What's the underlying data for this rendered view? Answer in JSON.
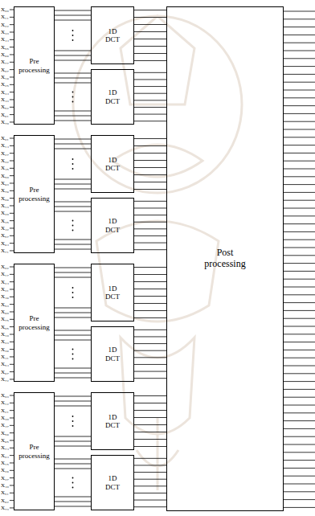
{
  "diagram": {
    "nodes": [
      {
        "text": [
          "Pre processing"
        ]
      },
      {
        "text": [
          "1D DCT"
        ]
      },
      {
        "text": [
          "1D DCT"
        ]
      },
      {
        "text": [
          "Pre processing"
        ]
      },
      {
        "text": [
          "1D DCT"
        ]
      },
      {
        "text": [
          "1D DCT"
        ]
      },
      {
        "text": [
          "Pre processing"
        ]
      },
      {
        "text": [
          "1D DCT"
        ]
      },
      {
        "text": [
          "1D DCT"
        ]
      },
      {
        "text": [
          "Pre processing"
        ]
      },
      {
        "text": [
          "1D DCT"
        ]
      },
      {
        "text": [
          "1D DCT"
        ]
      },
      {
        "text": [
          "Post processing"
        ]
      }
    ],
    "edges": [
      {
        "from": 0,
        "to": 1,
        "arrow": "none"
      },
      {
        "from": 0,
        "to": 2,
        "arrow": "none"
      },
      {
        "from": 3,
        "to": 4,
        "arrow": "none"
      },
      {
        "from": 3,
        "to": 5,
        "arrow": "none"
      },
      {
        "from": 6,
        "to": 7,
        "arrow": "none"
      },
      {
        "from": 6,
        "to": 8,
        "arrow": "none"
      },
      {
        "from": 9,
        "to": 10,
        "arrow": "none"
      },
      {
        "from": 9,
        "to": 11,
        "arrow": "none"
      },
      {
        "from": 1,
        "to": 12,
        "arrow": "none"
      },
      {
        "from": 2,
        "to": 12,
        "arrow": "none"
      },
      {
        "from": 4,
        "to": 12,
        "arrow": "none"
      },
      {
        "from": 5,
        "to": 12,
        "arrow": "none"
      },
      {
        "from": 7,
        "to": 12,
        "arrow": "none"
      },
      {
        "from": 8,
        "to": 12,
        "arrow": "none"
      },
      {
        "from": 10,
        "to": 12,
        "arrow": "none"
      },
      {
        "from": 11,
        "to": 12,
        "arrow": "none"
      }
    ],
    "labels": [
      "X₀₀",
      "X₁₁",
      "X₂₂",
      "X₃₃",
      "X₄₄",
      "X₅₅",
      "X₆₆",
      "X₇₇",
      "X₀₇",
      "X₁₆",
      "X₂₅",
      "X₃₄",
      "X₄₃",
      "X₅₂",
      "X₆₁",
      "X₇₀",
      "X₀₁",
      "X₁₄",
      "X₂₇",
      "X₃₂",
      "X₄₅",
      "X₅₀",
      "X₆₃",
      "X₇₆",
      "X₀₆",
      "X₁₃",
      "X₂₀",
      "X₃₅",
      "X₄₂",
      "X₅₇",
      "X₆₄",
      "X₇₁",
      "X₀₂",
      "X₁₇",
      "X₂₄",
      "X₃₁",
      "X₄₆",
      "X₅₃",
      "X₆₀",
      "X₇₅",
      "X₀₅",
      "X₁₀",
      "X₂₃",
      "X₃₆",
      "X₄₁",
      "X₅₄",
      "X₆₇",
      "X₇₂",
      "X₀₃",
      "X₁₂",
      "X₂₁",
      "X₃₀",
      "X₄₇",
      "X₅₆",
      "X₆₅",
      "X₇₄",
      "X₀₄",
      "X₁₅",
      "X₂₆",
      "X₃₇",
      "X₄₀",
      "X₅₁",
      "X₆₂",
      "X₇₃"
    ]
  }
}
